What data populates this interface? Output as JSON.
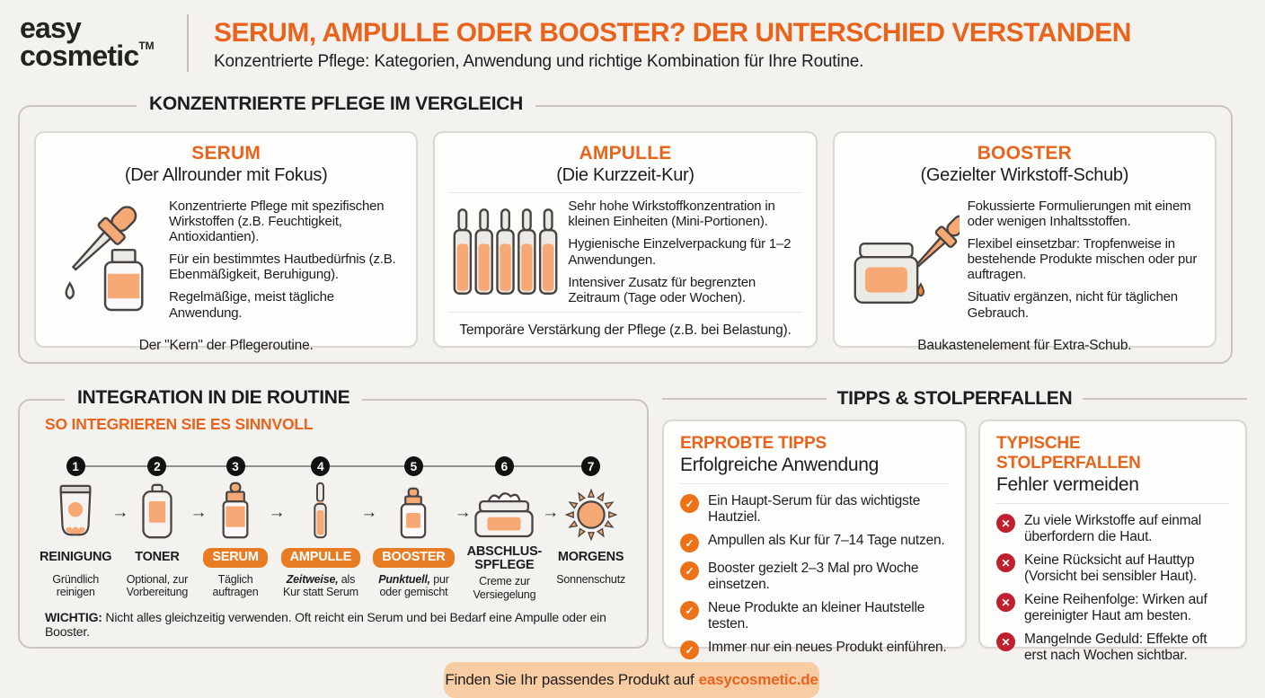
{
  "colors": {
    "accent": "#e8641c",
    "badge": "#e87c24",
    "check": "#ed7117",
    "cross": "#c01f2e",
    "icon_fill": "#f6a974",
    "background": "#f4f2ee"
  },
  "header": {
    "logo_line1": "easy",
    "logo_line2": "cosmetic",
    "logo_tm": "TM",
    "title": "SERUM, AMPULLE ODER BOOSTER? DER UNTERSCHIED VERSTANDEN",
    "subtitle": "Konzentrierte Pflege: Kategorien, Anwendung und richtige Kombination für Ihre Routine."
  },
  "comparison": {
    "section_title": "KONZENTRIERTE PFLEGE IM VERGLEICH",
    "cards": [
      {
        "title": "SERUM",
        "subtitle": "(Der Allrounder mit Fokus)",
        "icon": "serum-dropper-bottle-icon",
        "points": [
          "Konzentrierte Pflege mit spezifischen Wirkstoffen (z.B. Feuchtigkeit, Antioxidantien).",
          "Für ein bestimmtes Hautbedürfnis (z.B. Ebenmäßigkeit, Beruhigung).",
          "Regelmäßige, meist tägliche Anwendung."
        ],
        "footer": "Der \"Kern\" der Pflegeroutine."
      },
      {
        "title": "AMPULLE",
        "subtitle": "(Die Kurzzeit-Kur)",
        "icon": "ampoules-icon",
        "points": [
          "Sehr hohe Wirkstoffkonzentration in kleinen Einheiten (Mini-Portionen).",
          "Hygienische Einzelverpackung für 1–2 Anwendungen.",
          "Intensiver Zusatz für begrenzten Zeitraum (Tage oder Wochen)."
        ],
        "footer": "Temporäre Verstärkung der Pflege (z.B. bei Belastung)."
      },
      {
        "title": "BOOSTER",
        "subtitle": "(Gezielter Wirkstoff-Schub)",
        "icon": "booster-jar-dropper-icon",
        "points": [
          "Fokussierte Formulierungen mit einem oder wenigen Inhaltsstoffen.",
          "Flexibel einsetzbar: Tropfenweise in bestehende Produkte mischen oder pur auftragen.",
          "Situativ ergänzen, nicht für täglichen Gebrauch."
        ],
        "footer": "Baukastenelement für Extra-Schub."
      }
    ]
  },
  "routine": {
    "section_title": "INTEGRATION IN DIE ROUTINE",
    "subtitle": "SO INTEGRIEREN SIE ES SINNVOLL",
    "steps": [
      {
        "number": "1",
        "label": "REINIGUNG",
        "badge": false,
        "icon": "cleanser-tube-icon",
        "desc_lead": "",
        "desc": "Gründlich reinigen"
      },
      {
        "number": "2",
        "label": "TONER",
        "badge": false,
        "icon": "toner-bottle-icon",
        "desc_lead": "",
        "desc": "Optional, zur Vorbereitung"
      },
      {
        "number": "3",
        "label": "SERUM",
        "badge": true,
        "icon": "serum-bottle-icon",
        "desc_lead": "",
        "desc": "Täglich auftragen"
      },
      {
        "number": "4",
        "label": "AMPULLE",
        "badge": true,
        "icon": "ampoule-icon",
        "desc_lead": "Zeitweise,",
        "desc": " als Kur statt Serum"
      },
      {
        "number": "5",
        "label": "BOOSTER",
        "badge": true,
        "icon": "booster-bottle-icon",
        "desc_lead": "Punktuell,",
        "desc": " pur oder gemischt"
      },
      {
        "number": "6",
        "label": "ABSCHLUS-\nSPFLEGE",
        "badge": false,
        "icon": "cream-jar-icon",
        "desc_lead": "",
        "desc": "Creme zur Versiegelung"
      },
      {
        "number": "7",
        "label": "MORGENS",
        "badge": false,
        "icon": "sun-icon",
        "desc_lead": "",
        "desc": "Sonnenschutz"
      }
    ],
    "arrow_glyph": "→",
    "note_label": "WICHTIG:",
    "note_text": " Nicht alles gleichzeitig verwenden. Oft reicht ein Serum und bei Bedarf eine Ampulle oder ein Booster."
  },
  "tips_section": {
    "section_title": "TIPPS & STOLPERFALLEN",
    "tips": {
      "title": "ERPROBTE TIPPS",
      "subtitle": "Erfolgreiche Anwendung",
      "bullet_icon": "check-icon",
      "check_glyph": "✓",
      "items": [
        "Ein Haupt-Serum für das wichtigste Hautziel.",
        "Ampullen als Kur für 7–14 Tage nutzen.",
        "Booster gezielt 2–3 Mal pro Woche einsetzen.",
        "Neue Produkte an kleiner Hautstelle testen.",
        "Immer nur ein neues Produkt einführen."
      ]
    },
    "pitfalls": {
      "title": "TYPISCHE STOLPERFALLEN",
      "subtitle": "Fehler vermeiden",
      "bullet_icon": "cross-icon",
      "cross_glyph": "✕",
      "items": [
        "Zu viele Wirkstoffe auf einmal überfordern die Haut.",
        "Keine Rücksicht auf Hauttyp (Vorsicht bei sensibler Haut).",
        "Keine Reihenfolge: Wirken auf gereinigter Haut am besten.",
        "Mangelnde Geduld: Effekte oft erst nach Wochen sichtbar."
      ]
    }
  },
  "footer": {
    "text": "Finden Sie Ihr passendes Produkt auf",
    "link": "easycosmetic.de"
  }
}
